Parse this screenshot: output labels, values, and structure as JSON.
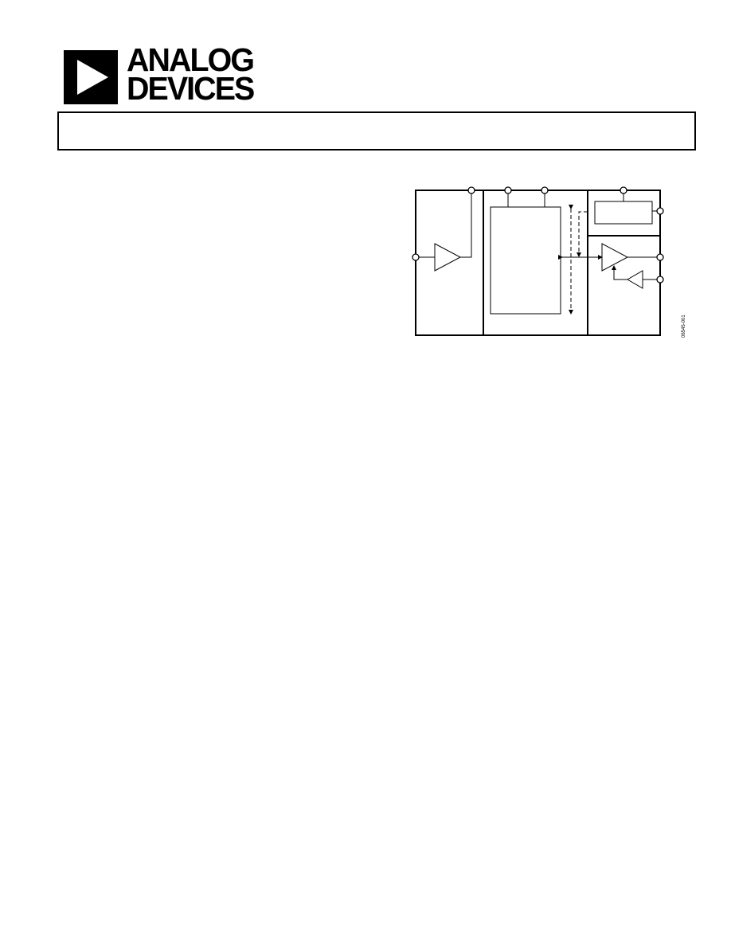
{
  "header": {
    "logo": {
      "line1": "ANALOG",
      "line2": "DEVICES"
    }
  },
  "title_box": {
    "text": ""
  },
  "figure": {
    "id_label": "06545-001"
  }
}
